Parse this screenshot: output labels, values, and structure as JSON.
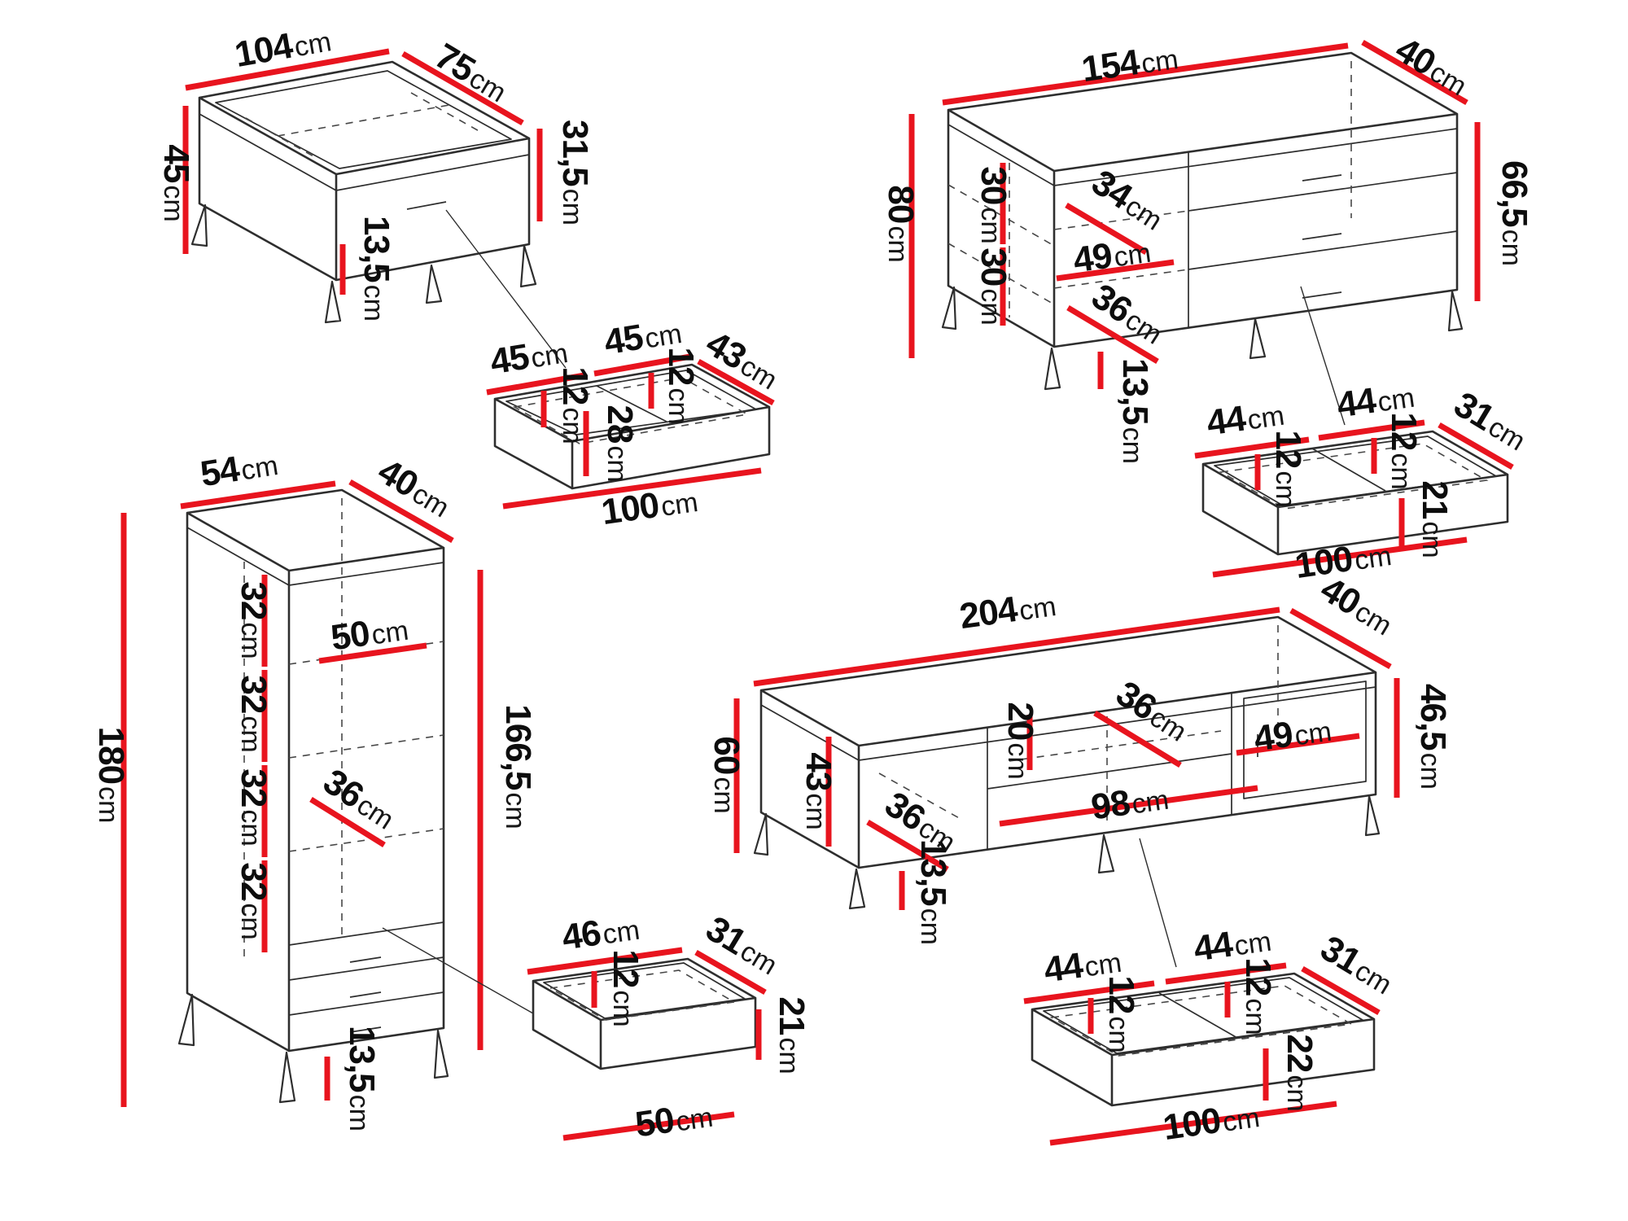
{
  "unit": "cm",
  "colors": {
    "background": "#ffffff",
    "outline": "#2e2e2e",
    "dimension_line": "#e8141e",
    "text": "#0d0d0d"
  },
  "dims": {
    "coffee_table": {
      "width": "104",
      "depth": "75",
      "total_height": "45",
      "body_height": "31,5",
      "leg_height": "13,5"
    },
    "coffee_table_drawer": {
      "compartment_left": "45",
      "compartment_right": "45",
      "depth": "43",
      "inner_depth_left": "12",
      "inner_depth_right": "12",
      "front_height": "28",
      "total_width": "100"
    },
    "sideboard": {
      "width": "154",
      "depth": "40",
      "total_height": "80",
      "body_height": "66,5",
      "shelf_gap_top": "30",
      "shelf_gap_bottom": "30",
      "inner_depth": "34",
      "inner_width": "49",
      "inner_diagonal": "36",
      "leg_height": "13,5"
    },
    "sideboard_drawer": {
      "compartment_left": "44",
      "compartment_right": "44",
      "depth": "31",
      "inner_depth_left": "12",
      "inner_depth_right": "12",
      "front_height": "21",
      "total_width": "100"
    },
    "tall_cabinet": {
      "width": "54",
      "depth": "40",
      "total_height": "180",
      "body_height": "166,5",
      "shelf_gap_1": "32",
      "shelf_gap_2": "32",
      "shelf_gap_3": "32",
      "shelf_gap_4": "32",
      "inner_width": "50",
      "inner_diagonal": "36",
      "leg_height": "13,5"
    },
    "tall_cabinet_drawer": {
      "width": "46",
      "depth": "31",
      "inner_depth": "12",
      "front_height": "21",
      "total_width": "50"
    },
    "tv_stand": {
      "width": "204",
      "depth": "40",
      "total_height": "60",
      "body_height": "46,5",
      "compartment_height": "43",
      "shelf_gap": "20",
      "inner_diagonal_right": "36",
      "door_width": "49",
      "shelf_width": "98",
      "inner_diagonal_left": "36",
      "leg_height": "13,5"
    },
    "tv_stand_drawer": {
      "compartment_left": "44",
      "compartment_right": "44",
      "depth": "31",
      "inner_depth_left": "12",
      "inner_depth_right": "12",
      "front_height": "22",
      "total_width": "100"
    }
  }
}
